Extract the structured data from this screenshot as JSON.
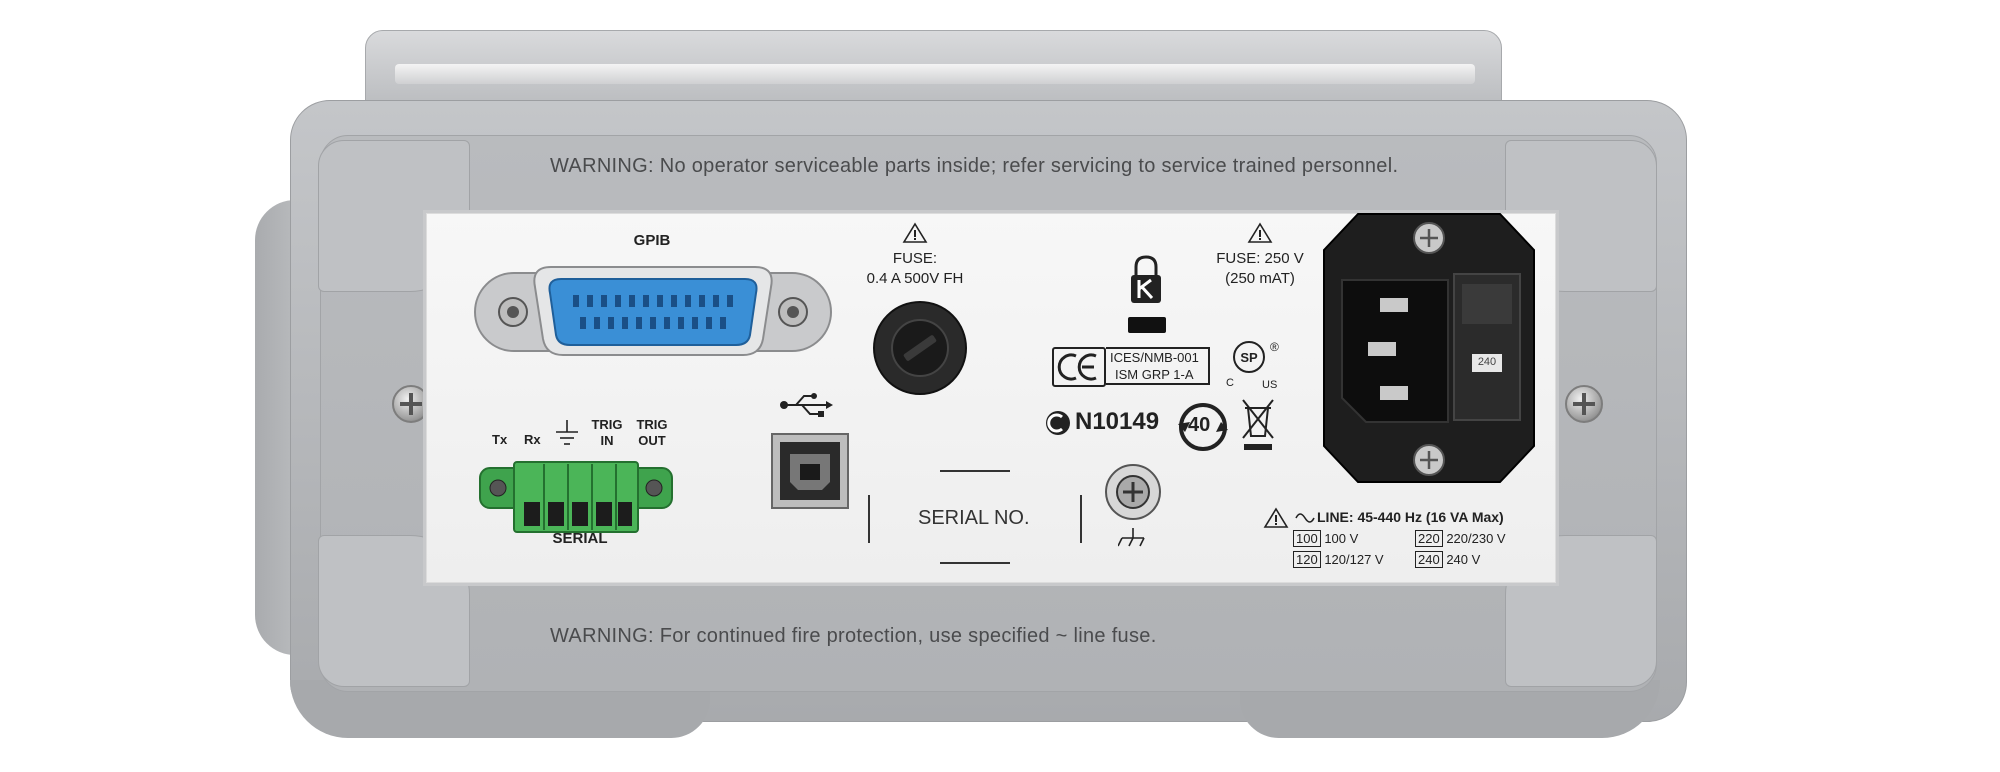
{
  "warnings": {
    "top": "WARNING: No operator serviceable parts inside; refer servicing to service trained personnel.",
    "bottom": "WARNING: For continued fire protection, use specified ~ line fuse."
  },
  "gpib": {
    "label": "GPIB"
  },
  "fuse_small": {
    "line1": "FUSE:",
    "line2": "0.4 A 500V FH"
  },
  "serial_port": {
    "pins": [
      "Tx",
      "Rx",
      "TRIG\nIN",
      "TRIG\nOUT"
    ],
    "pin_tx": "Tx",
    "pin_rx": "Rx",
    "trig_in_1": "TRIG",
    "trig_in_2": "IN",
    "trig_out_1": "TRIG",
    "trig_out_2": "OUT",
    "label": "SERIAL"
  },
  "serial_no": {
    "label": "SERIAL NO."
  },
  "cert": {
    "ces": "ICES/NMB-001",
    "ism": "ISM GRP 1-A",
    "csa_c": "C",
    "csa_us": "US",
    "reg": "®",
    "n_code": "N10149",
    "years": "40"
  },
  "fuse_main": {
    "line1": "FUSE: 250 V",
    "line2": "(250 mAT)"
  },
  "voltage_window": "240",
  "line": {
    "header": "LINE: 45-440 Hz (16 VA Max)",
    "options": [
      {
        "code": "100",
        "value": "100 V"
      },
      {
        "code": "220",
        "value": "220/230 V"
      },
      {
        "code": "120",
        "value": "120/127 V"
      },
      {
        "code": "240",
        "value": "240 V"
      }
    ]
  },
  "colors": {
    "chassis": "#b3b5b8",
    "panel": "#f2f2f2",
    "gpib_blue": "#3a8fd6",
    "terminal_green": "#3fa34d",
    "socket": "#1e1e1e"
  },
  "icons": [
    "warning-triangle-icon",
    "usb-icon",
    "kensington-lock-icon",
    "ce-mark-icon",
    "csa-mark-icon",
    "rcm-mark-icon",
    "epup-40-icon",
    "weee-bin-icon",
    "chassis-ground-icon",
    "signal-ground-icon",
    "ac-sine-icon"
  ]
}
